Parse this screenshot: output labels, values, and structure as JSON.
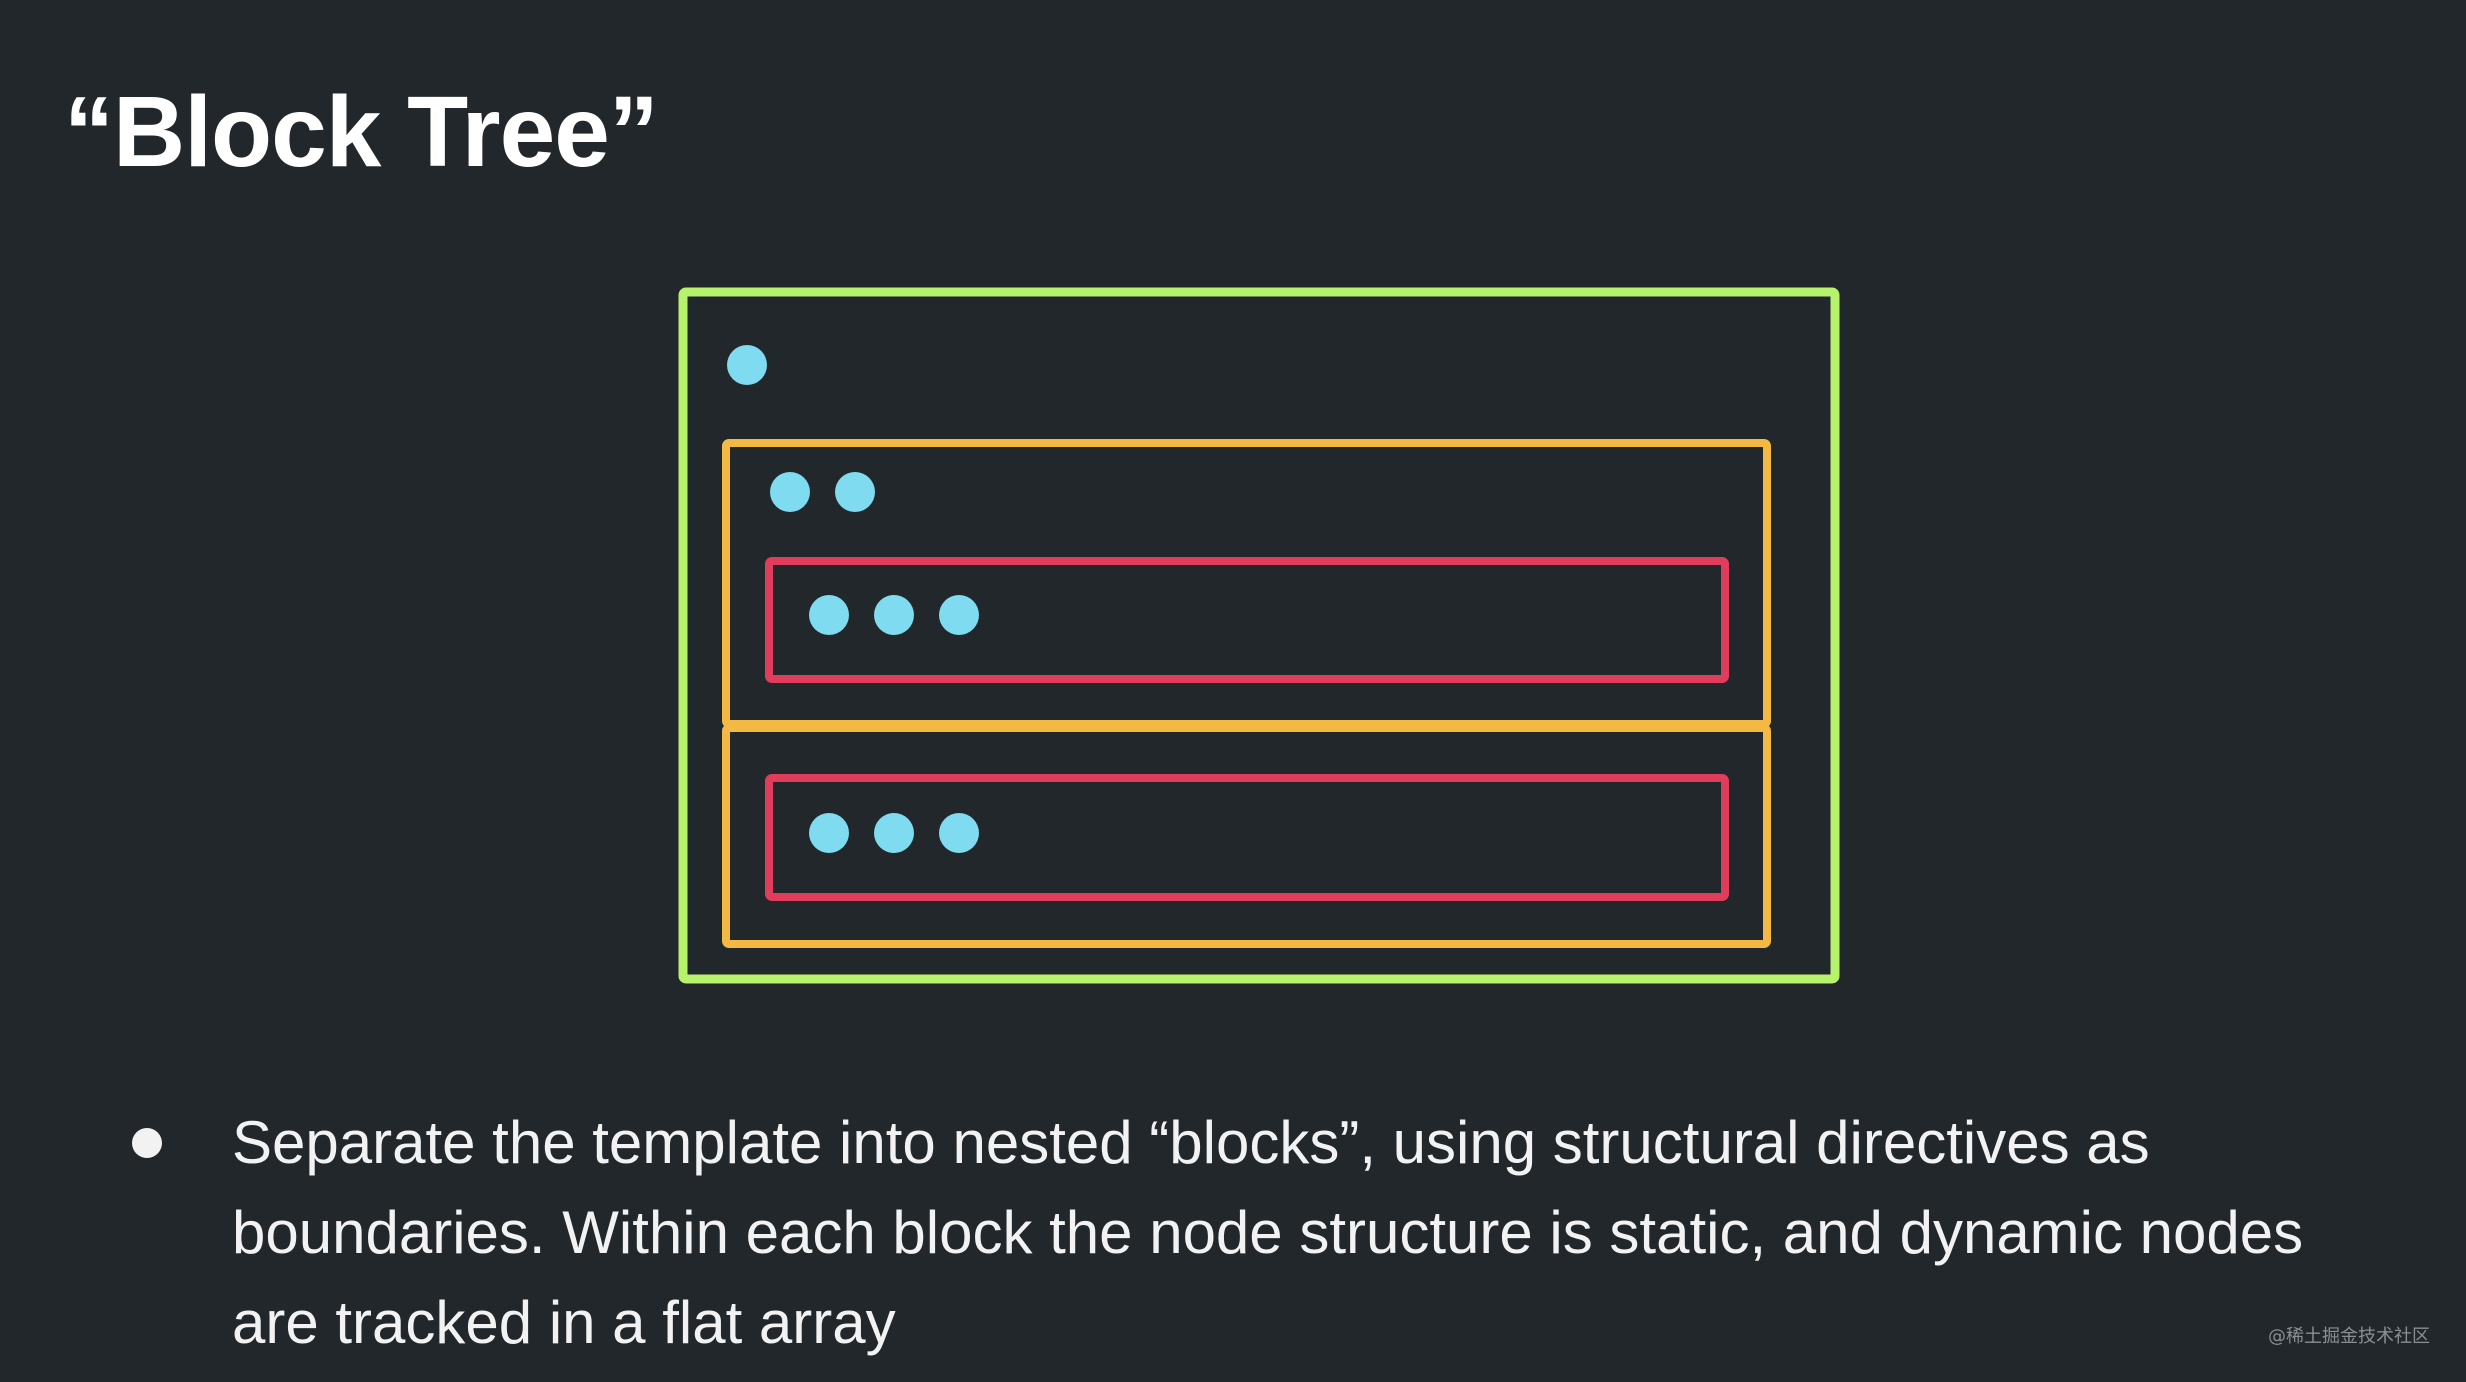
{
  "slide": {
    "title": "“Block Tree”",
    "bullets": [
      {
        "text": "Separate the template into nested “blocks”, using structural directives as boundaries. Within each block the node structure is static, and dynamic nodes are tracked in a flat array"
      }
    ],
    "watermark": "@稀土掘金技术社区"
  },
  "diagram": {
    "colors": {
      "outer_block": "#b7f26d",
      "middle_block": "#f4b942",
      "inner_block": "#e03c5c",
      "node": "#7fdcf0"
    },
    "blocks": [
      {
        "level": "outer",
        "node_count": 1
      },
      {
        "level": "middle",
        "node_count": 2
      },
      {
        "level": "inner",
        "node_count": 3
      },
      {
        "level": "middle",
        "node_count": 0
      },
      {
        "level": "inner",
        "node_count": 3
      }
    ]
  }
}
